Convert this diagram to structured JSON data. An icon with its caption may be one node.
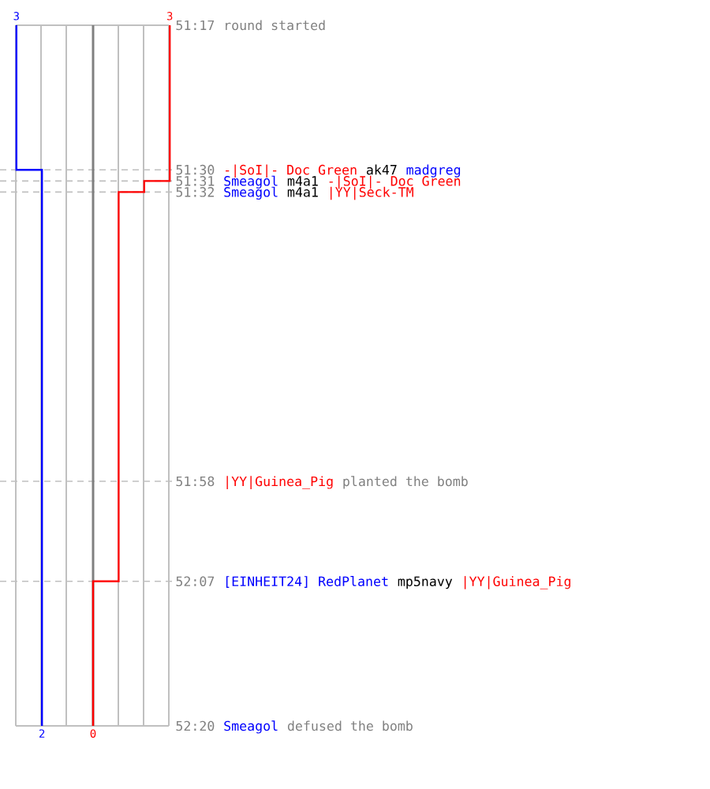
{
  "diagram": {
    "labels": [
      "3",
      "3",
      "51:17",
      "round started",
      "51:30",
      "-|SoI|- Doc Green",
      "ak47",
      "madgreg",
      "51:31",
      "Smeagol",
      "m4a1",
      "-|SoI|- Doc Green",
      "51:32",
      "Smeagol",
      "m4a1",
      "|YY|Seck-TM",
      "51:58",
      "|YY|Guinea_Pig",
      "planted the bomb",
      "52:07",
      "[EINHEIT24] RedPlanet",
      "mp5navy",
      "|YY|Guinea_Pig",
      "2",
      "0",
      "52:20",
      "Smeagol",
      "defused the bomb"
    ]
  }
}
